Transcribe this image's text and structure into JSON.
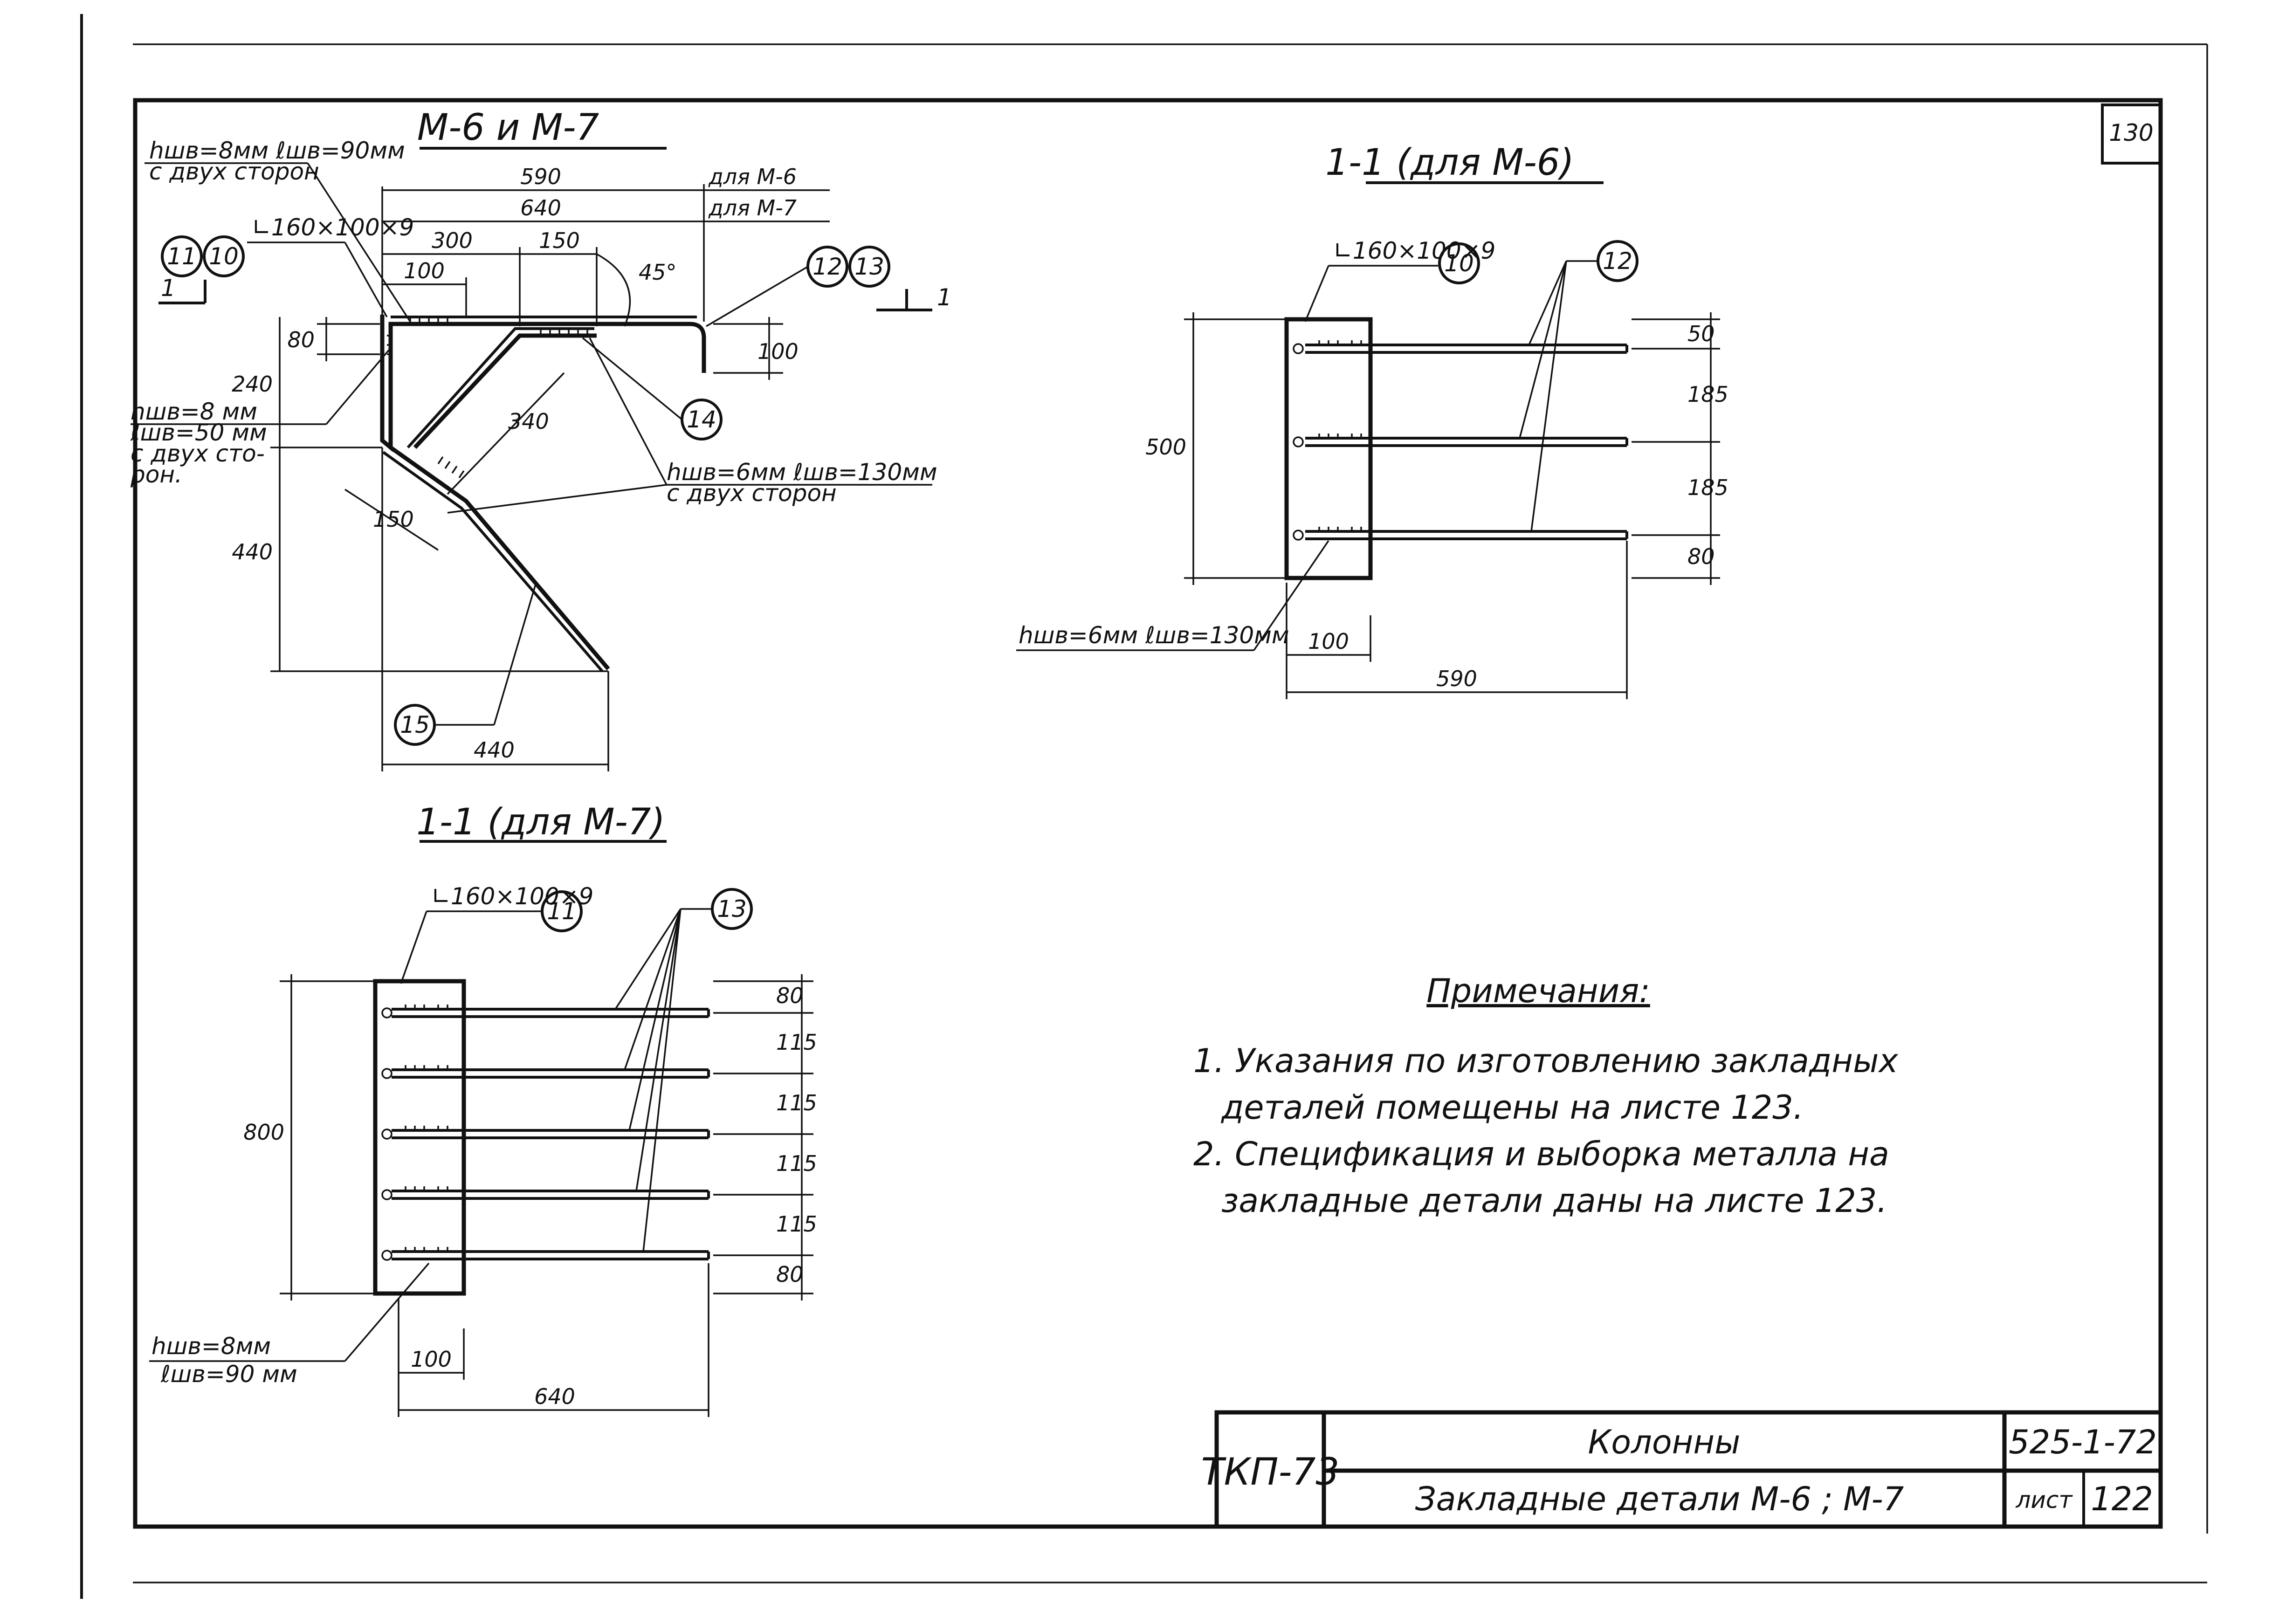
{
  "sheet_number_corner": "130",
  "view_main": {
    "title": "М-6 и М-7",
    "weld_top": {
      "line1": "hшв=8мм ℓшв=90мм",
      "line2": "с двух сторон"
    },
    "weld_left": {
      "line1": "hшв=8 мм",
      "line2": "ℓшв=50 мм",
      "line3": "с двух сто-",
      "line4": "рон."
    },
    "weld_diag": {
      "line1": "hшв=6мм ℓшв=130мм",
      "line2": "с двух сторон"
    },
    "angle_label": "∟160×100×9",
    "dims": {
      "d590": "590",
      "d640": "640",
      "for_m6": "для М-6",
      "for_m7": "для М-7",
      "d300": "300",
      "d150": "150",
      "d100": "100",
      "d45": "45°",
      "d80": "80",
      "d240": "240",
      "d100v": "100",
      "d340": "340",
      "d150d": "150",
      "d440v": "440",
      "d440h": "440"
    },
    "bubbles": {
      "b11": "11",
      "b10": "10",
      "b12": "12",
      "b13": "13",
      "b14": "14",
      "b15": "15"
    },
    "section_mark": "1"
  },
  "view_m6": {
    "title": "1-1 (для М-6)",
    "angle_label": "∟160×100×9",
    "bubble_angle": "10",
    "bubble_bar": "12",
    "weld": "hшв=6мм ℓшв=130мм",
    "dims": {
      "d500": "500",
      "d50": "50",
      "d185a": "185",
      "d185b": "185",
      "d80": "80",
      "d100": "100",
      "d590": "590"
    }
  },
  "view_m7": {
    "title": "1-1 (для М-7)",
    "angle_label": "∟160×100×9",
    "bubble_angle": "11",
    "bubble_bar": "13",
    "weld": {
      "line1": "hшв=8мм",
      "line2": "ℓшв=90 мм"
    },
    "dims": {
      "d800": "800",
      "d80a": "80",
      "d115a": "115",
      "d115b": "115",
      "d115c": "115",
      "d115d": "115",
      "d80b": "80",
      "d100": "100",
      "d640": "640"
    }
  },
  "notes": {
    "heading": "Примечания:",
    "lines": [
      "1. Указания по изготовлению закладных",
      "деталей помещены на листе 123.",
      "2. Спецификация и выборка металла на",
      "закладные детали даны на листе 123."
    ]
  },
  "title_block": {
    "stamp": "ТКП-73",
    "name": "Колонны",
    "subname": "Закладные детали М-6 ; М-7",
    "code": "525-1-72",
    "sheet_label": "лист",
    "sheet_number": "122"
  }
}
